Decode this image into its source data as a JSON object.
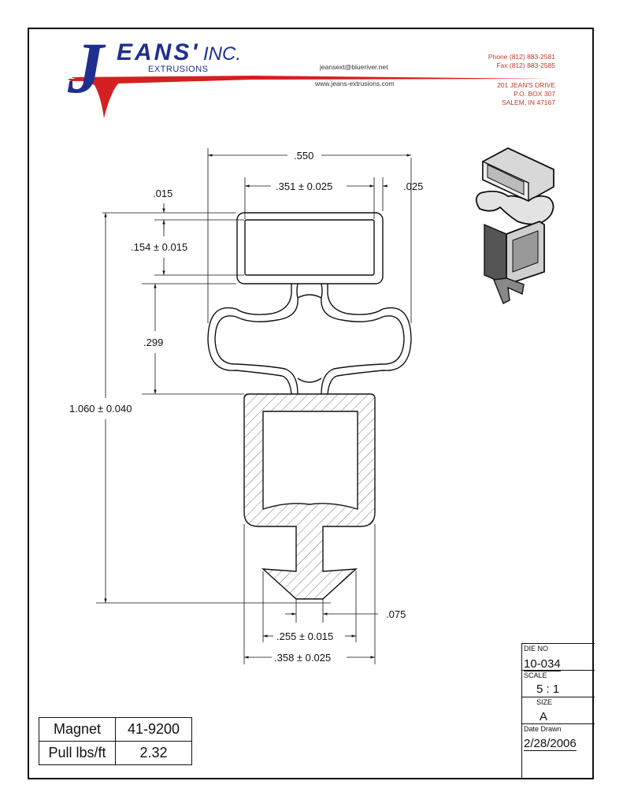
{
  "company": {
    "logo_j": "J",
    "logo_name": "EANS'",
    "logo_inc": "INC.",
    "logo_sub": "EXTRUSIONS",
    "email": "jeansext@blueriver.net",
    "website": "www.jeans-extrusions.com",
    "phone": "Phone (812) 883-2581",
    "fax": "Fax (812) 883-2585",
    "address_line1": "201 JEAN'S DRIVE",
    "address_line2": "P.O. BOX 307",
    "address_line3": "SALEM, IN 47167"
  },
  "colors": {
    "logo_blue": "#1f2f8f",
    "logo_red": "#d42020",
    "hatch": "#555555"
  },
  "dimensions": {
    "overall_width": ".550",
    "top_inner_width": ".351 ± 0.025",
    "wall_right": ".025",
    "wall_top": ".015",
    "top_height": ".154 ± 0.015",
    "bulb_height": ".299",
    "overall_height": "1.060 ± 0.040",
    "stem_width": ".075",
    "barb_width": ".255 ± 0.015",
    "base_width": ".358 ± 0.025"
  },
  "properties_table": [
    {
      "label": "Magnet",
      "value": "41-9200"
    },
    {
      "label": "Pull lbs/ft",
      "value": "2.32"
    }
  ],
  "title_block": {
    "die_no_label": "DIE NO",
    "die_no": "10-034",
    "scale_label": "SCALE",
    "scale": "5 : 1",
    "size_label": "SIZE",
    "size": "A",
    "date_label": "Date Drawn",
    "date": "2/28/2006"
  }
}
